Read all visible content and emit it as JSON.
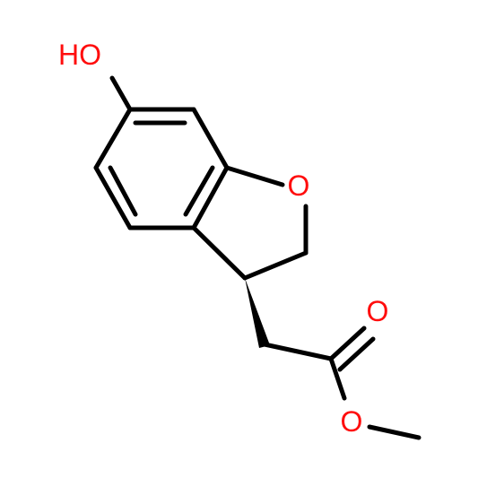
{
  "molecule": {
    "atoms": {
      "hydroxyl_label": "HO",
      "ring_oxygen_label": "O",
      "carbonyl_oxygen_label": "O",
      "ester_oxygen_label": "O"
    },
    "colors": {
      "bond": "#000000",
      "oxygen": "#ff0d0d",
      "background": "#ffffff"
    },
    "stereo": "wedge"
  }
}
